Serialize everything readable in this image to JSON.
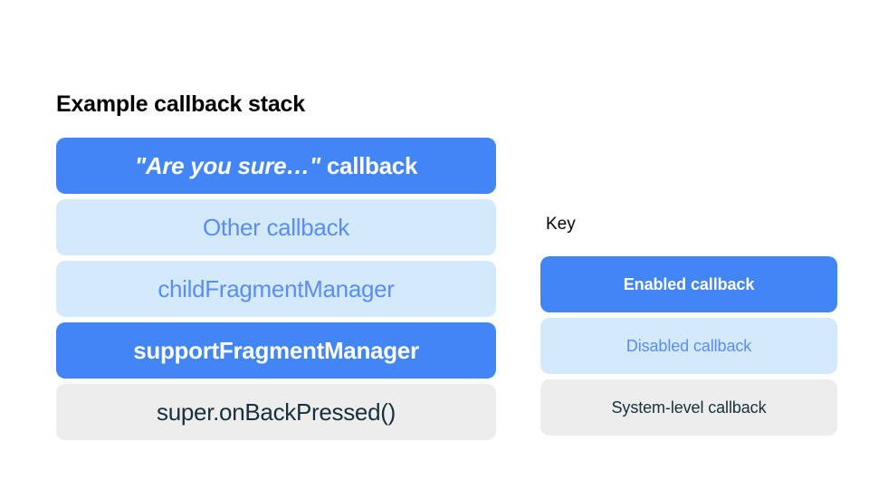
{
  "stack": {
    "title": "Example callback stack",
    "items": [
      {
        "label": "\"Are you sure…\" callback",
        "quoted_part": "\"Are you sure…\"",
        "rest_part": " callback",
        "state": "enabled"
      },
      {
        "label": "Other callback",
        "state": "disabled"
      },
      {
        "label": "childFragmentManager",
        "state": "disabled"
      },
      {
        "label": "supportFragmentManager",
        "state": "enabled"
      },
      {
        "label": "super.onBackPressed()",
        "state": "system"
      }
    ]
  },
  "key": {
    "title": "Key",
    "items": [
      {
        "label": "Enabled callback",
        "state": "enabled"
      },
      {
        "label": "Disabled callback",
        "state": "disabled"
      },
      {
        "label": "System-level callback",
        "state": "system"
      }
    ]
  },
  "colors": {
    "background": "#FFFFFF",
    "enabled_fill": "#4285F4",
    "enabled_text": "#FFFFFF",
    "disabled_fill": "#D3E9FC",
    "disabled_text": "#5B8DF6",
    "system_fill": "#EDEDED",
    "system_text": "#16303D",
    "title_text": "#000000"
  }
}
